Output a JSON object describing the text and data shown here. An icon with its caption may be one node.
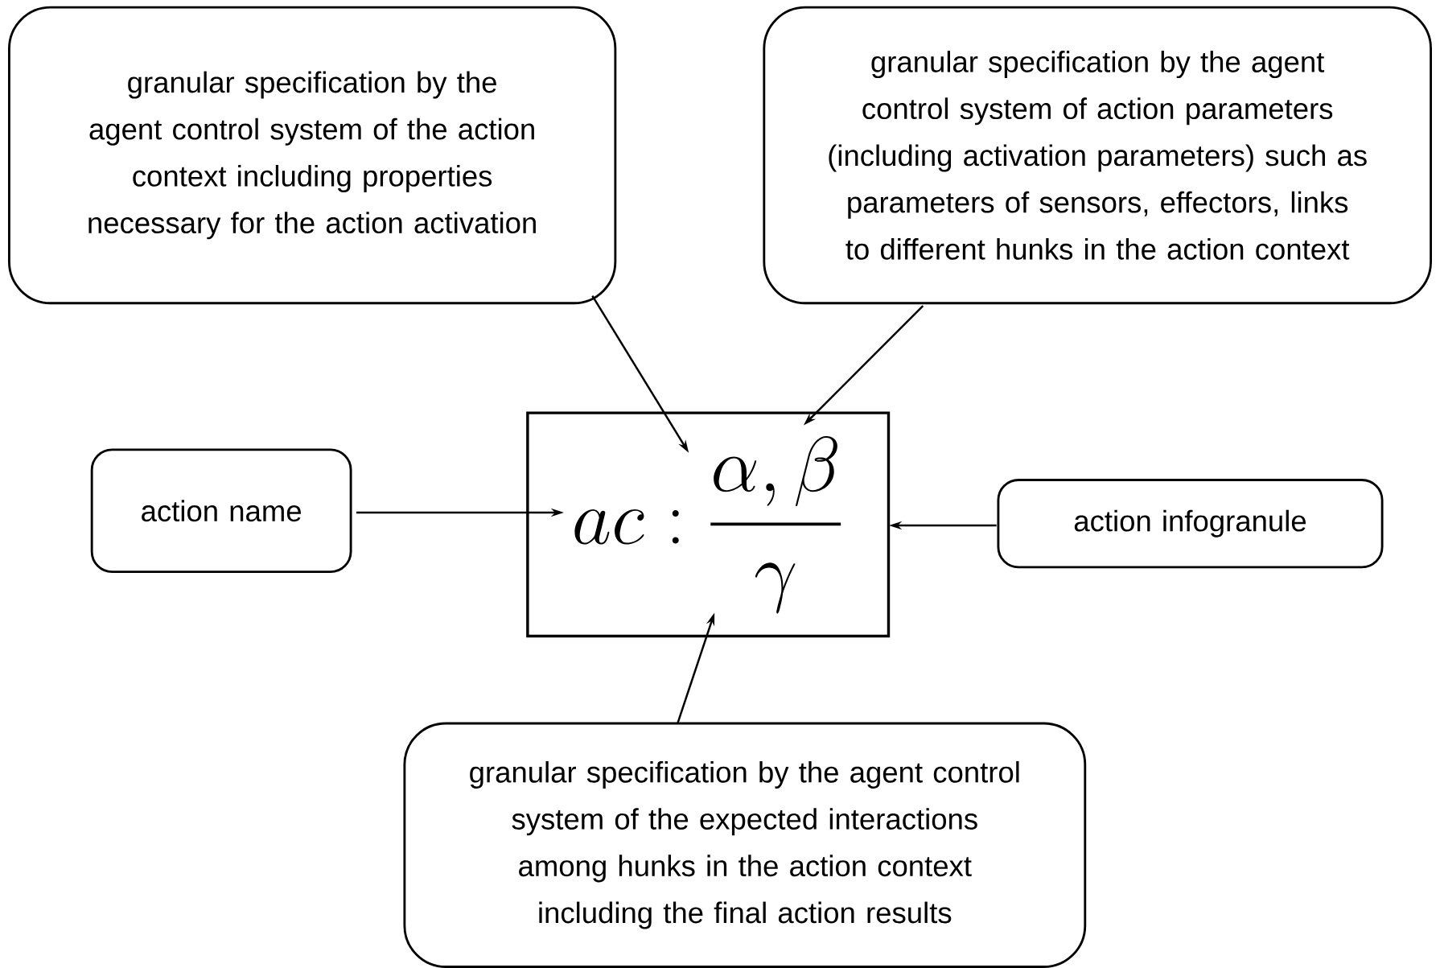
{
  "diagram": {
    "nodes": [
      {
        "text": [
          "granular specification by the agent control system of the action context including properties necessary for the action activation"
        ]
      },
      {
        "text": [
          "granular specification by the agent control system of action parameters (including activation parameters) such as parameters of sensors, effectors, links to different hunks in the action context"
        ]
      },
      {
        "text": [
          "action name"
        ]
      },
      {
        "text": [
          "ac:\\dfrac{\\alpha,\\beta}{\\gamma}"
        ]
      },
      {
        "text": [
          "action infogranule"
        ]
      },
      {
        "text": [
          "granular specification by the agent control system of the expected interactions among hunks in the action context including the final action results"
        ]
      }
    ],
    "edges": [
      {
        "from": 0,
        "to": 3,
        "arrow": "to"
      },
      {
        "from": 1,
        "to": 3,
        "arrow": "to"
      },
      {
        "from": 2,
        "to": 3,
        "arrow": "to"
      },
      {
        "from": 4,
        "to": 3,
        "arrow": "to"
      },
      {
        "from": 5,
        "to": 3,
        "arrow": "to"
      }
    ]
  }
}
